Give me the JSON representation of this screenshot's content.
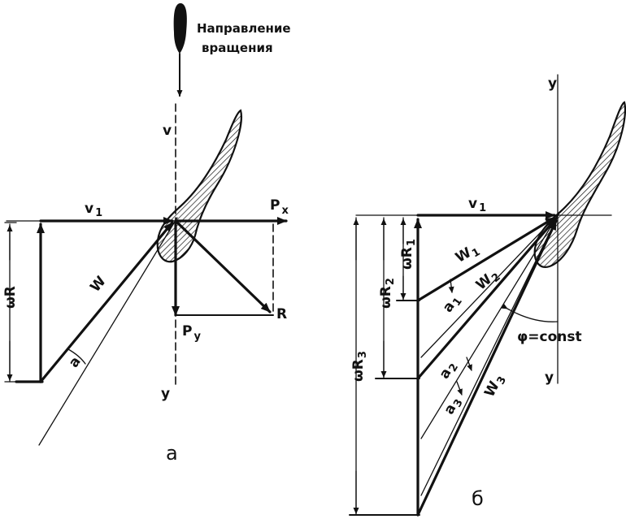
{
  "direction_caption": {
    "line1": "Направление",
    "line2": "вращения"
  },
  "panel_a": {
    "caption": "а",
    "v_label": "v",
    "v1_label": "v",
    "v1_sub": "1",
    "px_label": "P",
    "px_sub": "x",
    "py_label": "P",
    "py_sub": "y",
    "r_label": "R",
    "w_label": "W",
    "omega_r_label": "ωR",
    "alpha_label": "a",
    "y_label": "y"
  },
  "panel_b": {
    "caption": "б",
    "y_top": "y",
    "y_bottom": "y",
    "v1_label": "v",
    "v1_sub": "1",
    "w1": "W",
    "w1_sub": "1",
    "w2": "W",
    "w2_sub": "2",
    "w3": "W",
    "w3_sub": "3",
    "a1": "a",
    "a1_sub": "1",
    "a2": "a",
    "a2_sub": "2",
    "a3": "a",
    "a3_sub": "3",
    "wr1": "ωR",
    "wr1_sub": "1",
    "wr2": "ωR",
    "wr2_sub": "2",
    "wr3": "ωR",
    "wr3_sub": "3",
    "phi_label": "φ=const"
  }
}
